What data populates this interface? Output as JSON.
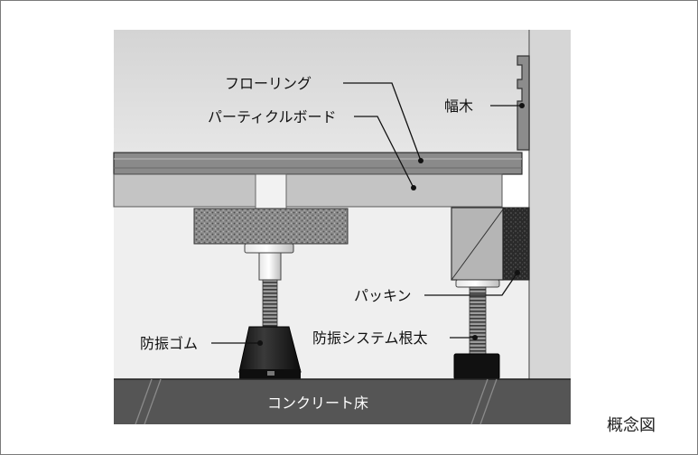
{
  "labels": {
    "flooring": "フローリング",
    "particleboard": "パーティクルボード",
    "baseboard": "幅木",
    "packing": "パッキン",
    "rubber": "防振ゴム",
    "joist": "防振システム根太",
    "slab": "コンクリート床"
  },
  "caption": "概念図",
  "colors": {
    "wall": "#d9d9d9",
    "room": "#ececec",
    "flooring": "#8a8a8a",
    "board": "#c4c4c4",
    "slab": "#555555",
    "rubber": "#1a1a1a"
  }
}
